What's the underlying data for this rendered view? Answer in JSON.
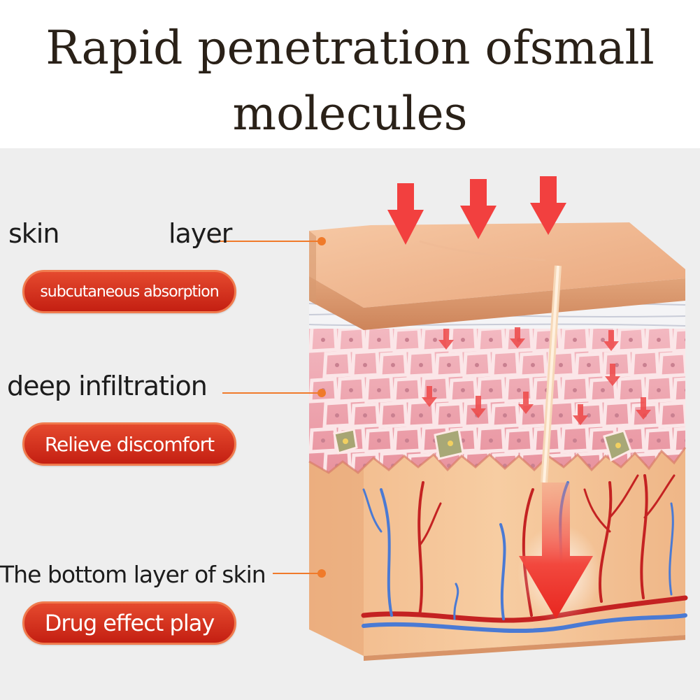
{
  "title": {
    "line1": "Rapid penetration ofsmall",
    "line2": "molecules"
  },
  "labels": {
    "skin": "skin",
    "layer": "layer",
    "deep_infiltration": "deep infiltration",
    "bottom_layer": "The bottom layer of skin"
  },
  "pills": {
    "subcutaneous_absorption": "subcutaneous absorption",
    "relieve_discomfort": "Relieve discomfort",
    "drug_effect_play": "Drug effect play"
  },
  "colors": {
    "pill_red": "#d4301c",
    "pointer_orange": "#f07a2a",
    "arrow_red": "#f0383a",
    "title_text": "#2a2118"
  }
}
